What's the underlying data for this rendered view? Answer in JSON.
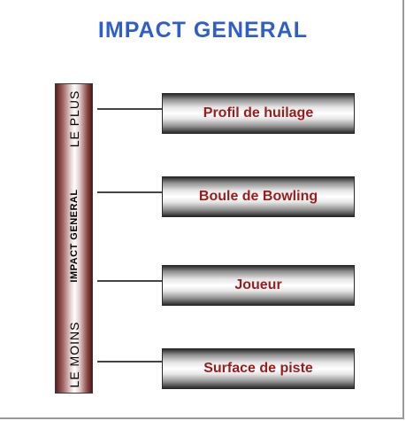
{
  "title": "IMPACT GENERAL",
  "axis": {
    "top_label": "LE PLUS",
    "middle_label": "IMPACT GENERAL",
    "bottom_label": "LE MOINS"
  },
  "factors": [
    {
      "label": "Profil de huilage"
    },
    {
      "label": "Boule de Bowling"
    },
    {
      "label": "Joueur"
    },
    {
      "label": "Surface de piste"
    }
  ],
  "colors": {
    "title": "#2e5fc9",
    "factor_text": "#9b1b1b",
    "bar": "#8e4b4b"
  }
}
